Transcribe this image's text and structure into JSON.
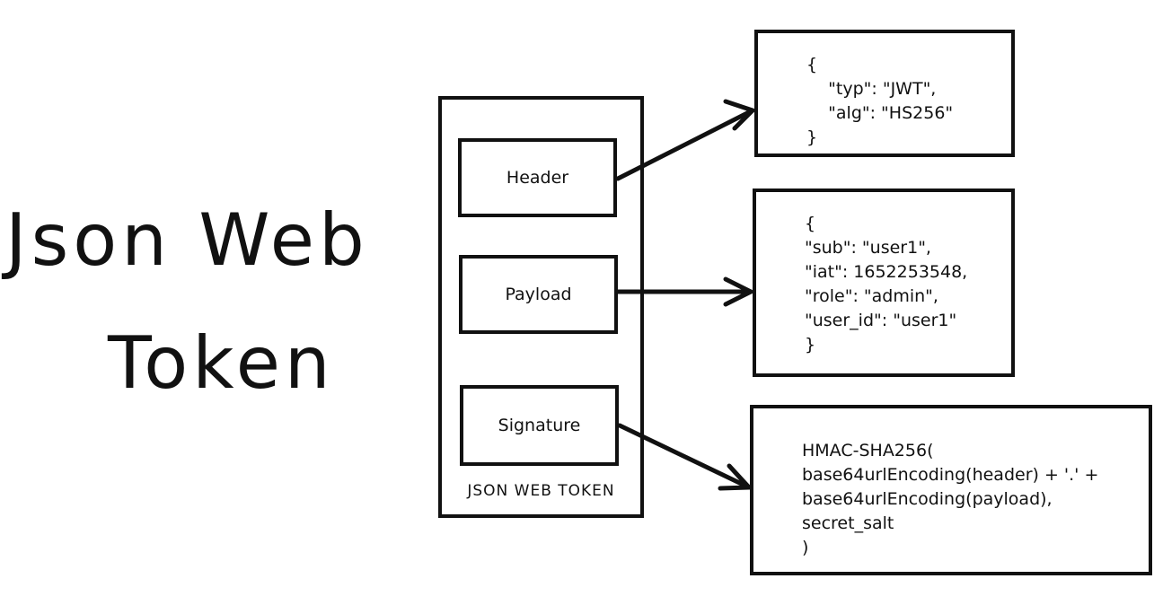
{
  "title": {
    "line1": "Json Web",
    "line2": "Token"
  },
  "token": {
    "caption": "JSON WEB TOKEN",
    "parts": {
      "header": "Header",
      "payload": "Payload",
      "signature": "Signature"
    }
  },
  "details": {
    "header_json": "{\n    \"typ\": \"JWT\",\n    \"alg\": \"HS256\"\n}",
    "payload_json": "{\n\"sub\": \"user1\",\n\"iat\": 1652253548,\n\"role\": \"admin\",\n\"user_id\": \"user1\"\n}",
    "signature_formula": "HMAC-SHA256(\nbase64urlEncoding(header) + '.' +\nbase64urlEncoding(payload),\nsecret_salt\n)"
  }
}
